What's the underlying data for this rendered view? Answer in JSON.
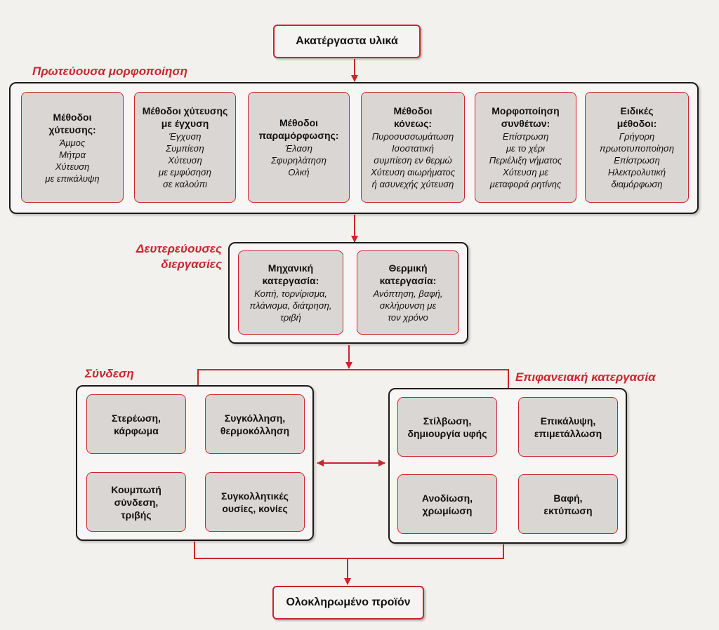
{
  "top": "Ακατέργαστα υλικά",
  "bottom": "Ολοκληρωμένο προϊόν",
  "labels": {
    "primary": "Πρωτεύουσα μορφοποίηση",
    "secondary": "Δευτερεύουσες\nδιεργασίες",
    "joining": "Σύνδεση",
    "surface": "Επιφανειακή κατεργασία"
  },
  "primary": [
    {
      "title": "Μέθοδοι\nχύτευσης:",
      "desc": "Άμμος\nΜήτρα\nΧύτευση\nμε επικάλυψη"
    },
    {
      "title": "Μέθοδοι χύτευσης\nμε έγχυση",
      "desc": "Έγχυση\nΣυμπίεση\nΧύτευση\nμε εμφύσηση\nσε καλούπι"
    },
    {
      "title": "Μέθοδοι\nπαραμόρφωσης:",
      "desc": "Έλαση\nΣφυρηλάτηση\nΟλκή"
    },
    {
      "title": "Μέθοδοι\nκόνεως:",
      "desc": "Πυροσυσσωμάτωση\nΙσοστατική\nσυμπίεση εν θερμώ\nΧύτευση αιωρήματος\nή ασυνεχής χύτευση"
    },
    {
      "title": "Μορφοποίηση\nσυνθέτων:",
      "desc": "Επίστρωση\nμε το χέρι\nΠεριέλιξη νήματος\nΧύτευση με\nμεταφορά ρητίνης"
    },
    {
      "title": "Ειδικές\nμέθοδοι:",
      "desc": "Γρήγορη\nπρωτοτυποποίηση\nΕπίστρωση\nΗλεκτρολυτική\nδιαμόρφωση"
    }
  ],
  "secondary": [
    {
      "title": "Μηχανική\nκατεργασία:",
      "desc": "Κοπή, τορνίρισμα,\nπλάνισμα, διάτρηση,\nτριβή"
    },
    {
      "title": "Θερμική\nκατεργασία:",
      "desc": "Ανόπτηση, βαφή,\nσκλήρυνση με\nτον χρόνο"
    }
  ],
  "joining": [
    "Στερέωση,\nκάρφωμα",
    "Συγκόλληση,\nθερμοκόλληση",
    "Κουμπωτή\nσύνδεση,\nτριβής",
    "Συγκολλητικές\nουσίες, κονίες"
  ],
  "surface": [
    "Στίλβωση,\nδημιουργία υφής",
    "Επικάλυψη,\nεπιμετάλλωση",
    "Ανοδίωση,\nχρωμίωση",
    "Βαφή,\nεκτύπωση"
  ],
  "colors": {
    "accent": "#c9262e",
    "card": "#dad6d3",
    "border": "#1a1a1a"
  }
}
